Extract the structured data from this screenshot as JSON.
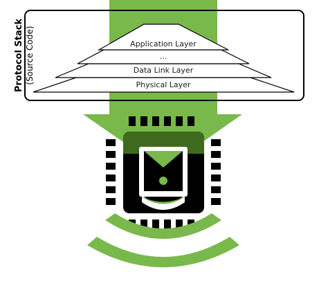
{
  "stack": {
    "title": "Protocol Stack",
    "subtitle": "(Source Code)",
    "layers": [
      "Application Layer",
      "...",
      "Data Link Layer",
      "Physical Layer"
    ]
  },
  "colors": {
    "accent_green": "#79b84a",
    "dark_green": "#3f6a1e",
    "outline": "#000000",
    "background": "#ffffff"
  },
  "icons": {
    "arrow": "down-arrow-icon",
    "chip": "microchip-icon",
    "waves": "wireless-signal-icon"
  }
}
